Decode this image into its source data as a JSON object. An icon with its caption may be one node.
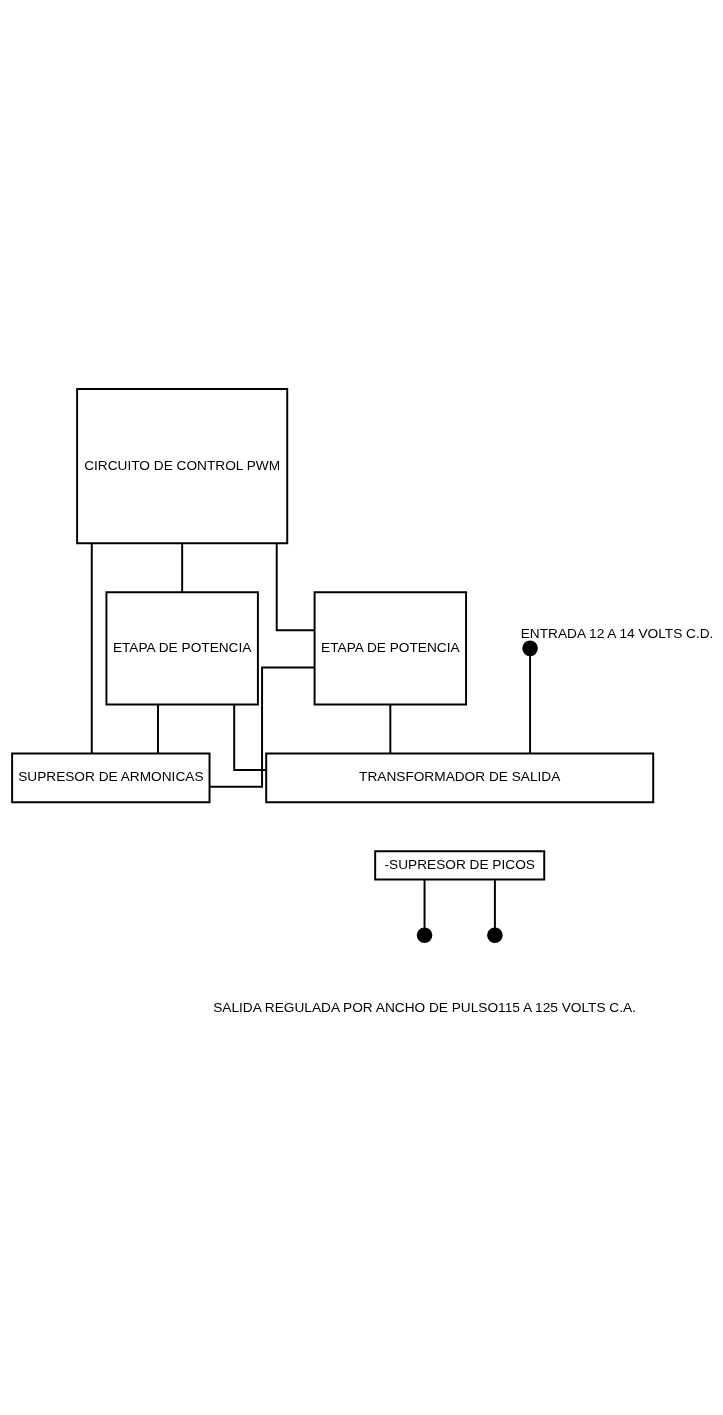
{
  "diagram": {
    "nodes": [
      {
        "text": [
          "CIRCUITO DE CONTROL PWM"
        ]
      },
      {
        "text": [
          "ETAPA DE POTENCIA"
        ]
      },
      {
        "text": [
          "ETAPA DE POTENCIA"
        ]
      },
      {
        "text": [
          "SUPRESOR DE ARMONICAS"
        ]
      },
      {
        "text": [],
        "shape": "circle",
        "beside": [
          "ENTRADA 12 A 14 VOLTS C.D."
        ]
      },
      {
        "text": [
          "TRANSFORMADOR DE SALIDA"
        ]
      },
      {
        "text": [
          "-SUPRESOR DE PICOS"
        ]
      },
      {
        "text": [],
        "shape": "circle"
      },
      {
        "text": [],
        "shape": "circle"
      }
    ],
    "edges": [
      {
        "from": 0,
        "to": 1,
        "arrow": "none"
      },
      {
        "from": 0,
        "to": 2,
        "arrow": "none"
      },
      {
        "from": 0,
        "to": 3,
        "arrow": "none"
      },
      {
        "from": 1,
        "to": 3,
        "arrow": "none"
      },
      {
        "from": 2,
        "to": 3,
        "arrow": "none"
      },
      {
        "from": 1,
        "to": 5,
        "arrow": "none"
      },
      {
        "from": 2,
        "to": 5,
        "arrow": "none"
      },
      {
        "from": 4,
        "to": 5,
        "arrow": "none"
      },
      {
        "from": 6,
        "to": 7,
        "arrow": "none"
      },
      {
        "from": 6,
        "to": 8,
        "arrow": "none"
      }
    ],
    "labels": [
      "SALIDA REGULADA POR ANCHO DE PULSO115 A 125 VOLTS C.A."
    ]
  }
}
